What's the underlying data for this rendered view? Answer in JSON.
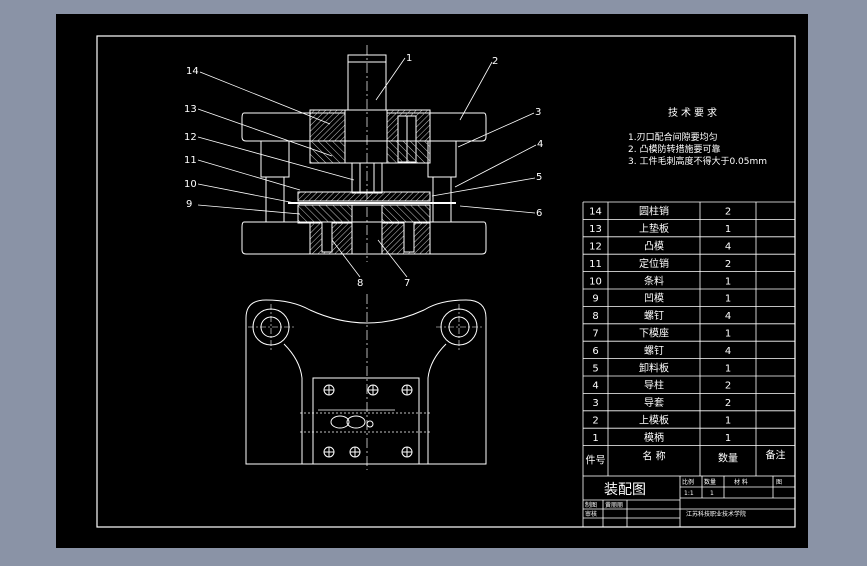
{
  "colors": {
    "outer_background": "#8a93a6",
    "paper": "#000000",
    "line": "#ffffff",
    "hatch": "#c8c8c8"
  },
  "callouts": [
    "1",
    "2",
    "3",
    "4",
    "5",
    "6",
    "7",
    "8",
    "9",
    "10",
    "11",
    "12",
    "13",
    "14"
  ],
  "tech_requirements": {
    "title": "技术要求",
    "items": [
      "1.刃口配合间隙要均匀",
      "2. 凸模防转措施要可靠",
      "3. 工件毛刺高度不得大于0.05mm"
    ]
  },
  "parts_table": {
    "rows": [
      {
        "no": "14",
        "name": "圆柱销",
        "qty": "2",
        "note": ""
      },
      {
        "no": "13",
        "name": "上垫板",
        "qty": "1",
        "note": ""
      },
      {
        "no": "12",
        "name": "凸模",
        "qty": "4",
        "note": ""
      },
      {
        "no": "11",
        "name": "定位销",
        "qty": "2",
        "note": ""
      },
      {
        "no": "10",
        "name": "条料",
        "qty": "1",
        "note": ""
      },
      {
        "no": "9",
        "name": "凹模",
        "qty": "1",
        "note": ""
      },
      {
        "no": "8",
        "name": "螺钉",
        "qty": "4",
        "note": ""
      },
      {
        "no": "7",
        "name": "下模座",
        "qty": "1",
        "note": ""
      },
      {
        "no": "6",
        "name": "螺钉",
        "qty": "4",
        "note": ""
      },
      {
        "no": "5",
        "name": "卸料板",
        "qty": "1",
        "note": ""
      },
      {
        "no": "4",
        "name": "导柱",
        "qty": "2",
        "note": ""
      },
      {
        "no": "3",
        "name": "导套",
        "qty": "2",
        "note": ""
      },
      {
        "no": "2",
        "name": "上模板",
        "qty": "1",
        "note": ""
      },
      {
        "no": "1",
        "name": "模柄",
        "qty": "1",
        "note": ""
      }
    ],
    "header": {
      "no": "件号",
      "name": "名 称",
      "qty": "数量",
      "note": "备注"
    }
  },
  "title_block": {
    "drawing_title": "装配图",
    "scale_label": "比例",
    "count_label": "数量",
    "material_label": "材 料",
    "drawing_no_label": "图",
    "scale_value": "1:1",
    "count_value": "1",
    "drawn_label": "制图",
    "checked_label": "审核",
    "designer_name": "黄丽丽",
    "school": "江苏科技职业技术学院"
  }
}
